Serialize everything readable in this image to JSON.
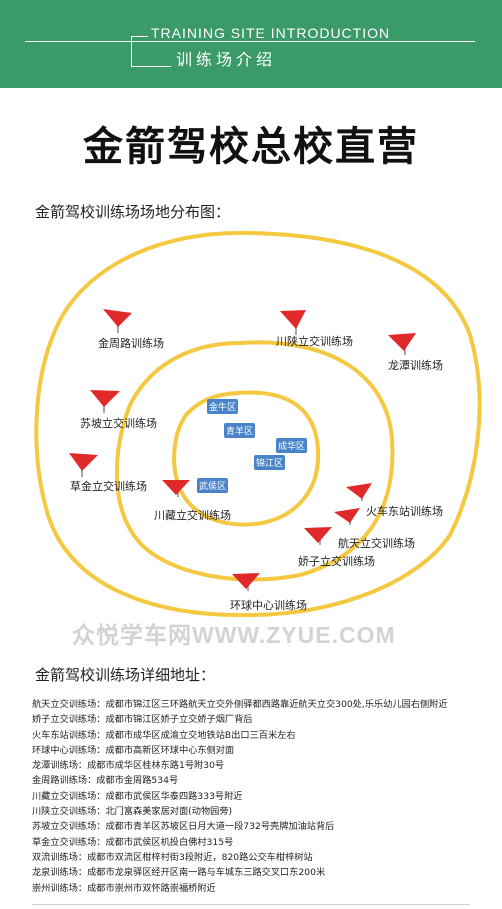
{
  "header": {
    "en_title": "TRAINING SITE INTRODUCTION",
    "cn_title": "训练场介绍"
  },
  "main_title": "金箭驾校总校直营",
  "map_section": {
    "heading": "金箭驾校训练场场地分布图：",
    "ring_color": "#f5c842",
    "flag_color": "#e02a2a",
    "sites": [
      {
        "label": "金周路训练场"
      },
      {
        "label": "川陕立交训练场"
      },
      {
        "label": "龙潭训练场"
      },
      {
        "label": "苏坡立交训练场"
      },
      {
        "label": "草金立交训练场"
      },
      {
        "label": "川藏立交训练场"
      },
      {
        "label": "火车东站训练场"
      },
      {
        "label": "航天立交训练场"
      },
      {
        "label": "娇子立交训练场"
      },
      {
        "label": "环球中心训练场"
      }
    ],
    "districts": [
      "金牛区",
      "青羊区",
      "成华区",
      "锦江区",
      "武侯区"
    ]
  },
  "watermark": "众悦学车网WWW.ZYUE.COM",
  "address_section": {
    "heading": "金箭驾校训练场详细地址：",
    "items": [
      "航天立交训练场：成都市锦江区三环路航天立交外侧驿都西路靠近航天立交300处,乐乐幼儿园右侧附近",
      "娇子立交训练场：成都市锦江区娇子立交娇子烟厂背后",
      "火车东站训练场：成都市成华区成渝立交地铁站B出口三百米左右",
      "环球中心训练场：成都市高新区环球中心东侧对面",
      "龙潭训练场：成都市成华区桂林东路1号附30号",
      "金周路训练场：成都市金周路534号",
      "川藏立交训练场：成都市武侯区华泰四路333号附近",
      "川陕立交训练场：北门富森美家居对面(动物园旁)",
      "苏坡立交训练场：成都市青羊区苏坡区日月大道一段732号壳牌加油站背后",
      "草金立交训练场：成都市武侯区机投白佛村315号",
      "双流训练场：成都市双流区柑梓村街3段附近，820路公交车柑梓树站",
      "龙泉训练场：成都市龙泉驿区经开区南一路与车城东三路交叉口东200米",
      "崇州训练场：成都市崇州市双怀路崇福桥附近"
    ]
  }
}
